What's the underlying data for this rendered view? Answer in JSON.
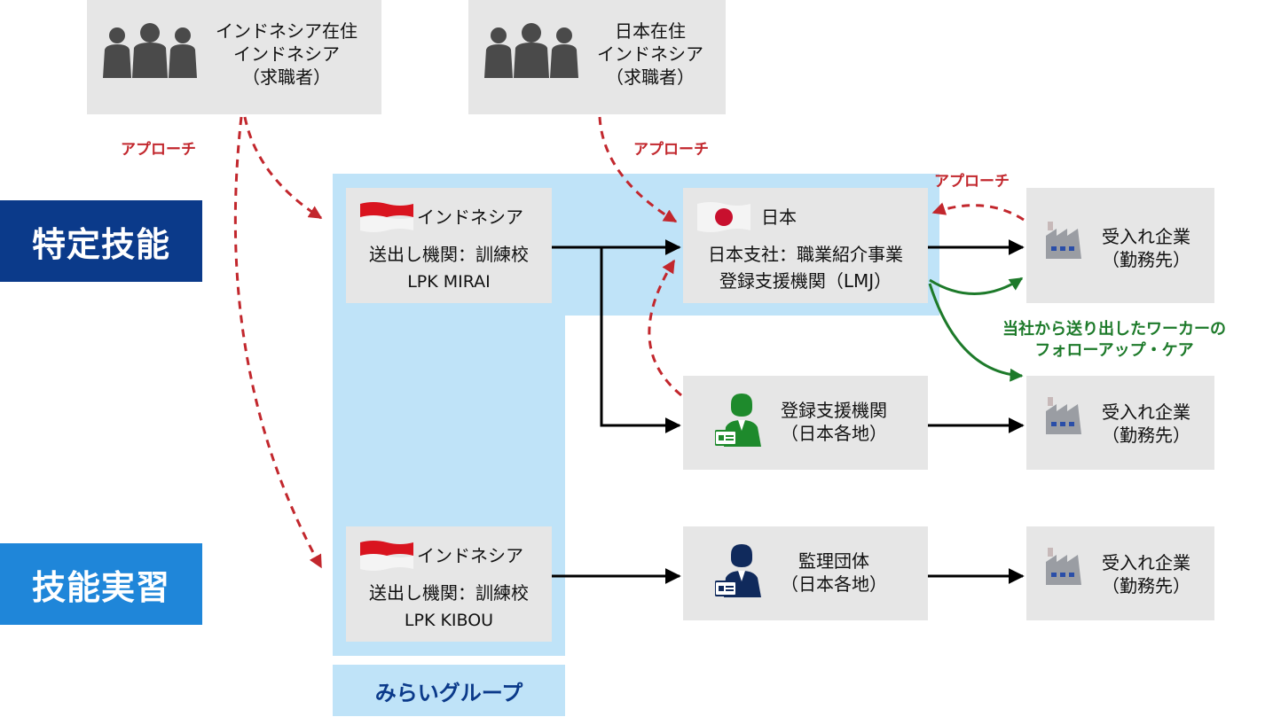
{
  "categories": {
    "tokutei": "特定技能",
    "ginou": "技能実習"
  },
  "colors": {
    "tokutei_bg": "#0b3a8a",
    "ginou_bg": "#1f86d9",
    "mirai_bg": "#bfe3f8",
    "box_bg": "#e6e6e6",
    "approach_arrow": "#c2272d",
    "follow_arrow": "#1d7a2a",
    "flow_arrow": "#000000"
  },
  "seekers": {
    "indonesia": {
      "line1": "インドネシア在住",
      "line2": "インドネシア",
      "line3": "（求職者）"
    },
    "japan": {
      "line1": "日本在住",
      "line2": "インドネシア",
      "line3": "（求職者）"
    }
  },
  "approach_labels": {
    "left": "アプローチ",
    "center": "アプローチ",
    "right": "アプローチ"
  },
  "sending": {
    "mirai": {
      "country": "インドネシア",
      "role": "送出し機関：訓練校",
      "name": "LPK MIRAI"
    },
    "kibou": {
      "country": "インドネシア",
      "role": "送出し機関：訓練校",
      "name": "LPK KIBOU"
    }
  },
  "japan_office": {
    "country": "日本",
    "line1": "日本支社：職業紹介事業",
    "line2": "登録支援機関（LMJ）"
  },
  "support_org": {
    "line1": "登録支援機関",
    "line2": "（日本各地）"
  },
  "supervising_org": {
    "line1": "監理団体",
    "line2": "（日本各地）"
  },
  "employers": [
    {
      "line1": "受入れ企業",
      "line2": "（勤務先）"
    },
    {
      "line1": "受入れ企業",
      "line2": "（勤務先）"
    },
    {
      "line1": "受入れ企業",
      "line2": "（勤務先）"
    }
  ],
  "followup": {
    "line1": "当社から送り出したワーカーの",
    "line2": "フォローアップ・ケア"
  },
  "mirai_group": "みらいグループ",
  "icons": {
    "people": "people-silhouette-icon",
    "flag_id": "indonesia-flag-icon",
    "flag_jp": "japan-flag-icon",
    "person_green": "staff-badge-icon",
    "person_navy": "staff-badge-icon",
    "factory": "factory-icon"
  }
}
